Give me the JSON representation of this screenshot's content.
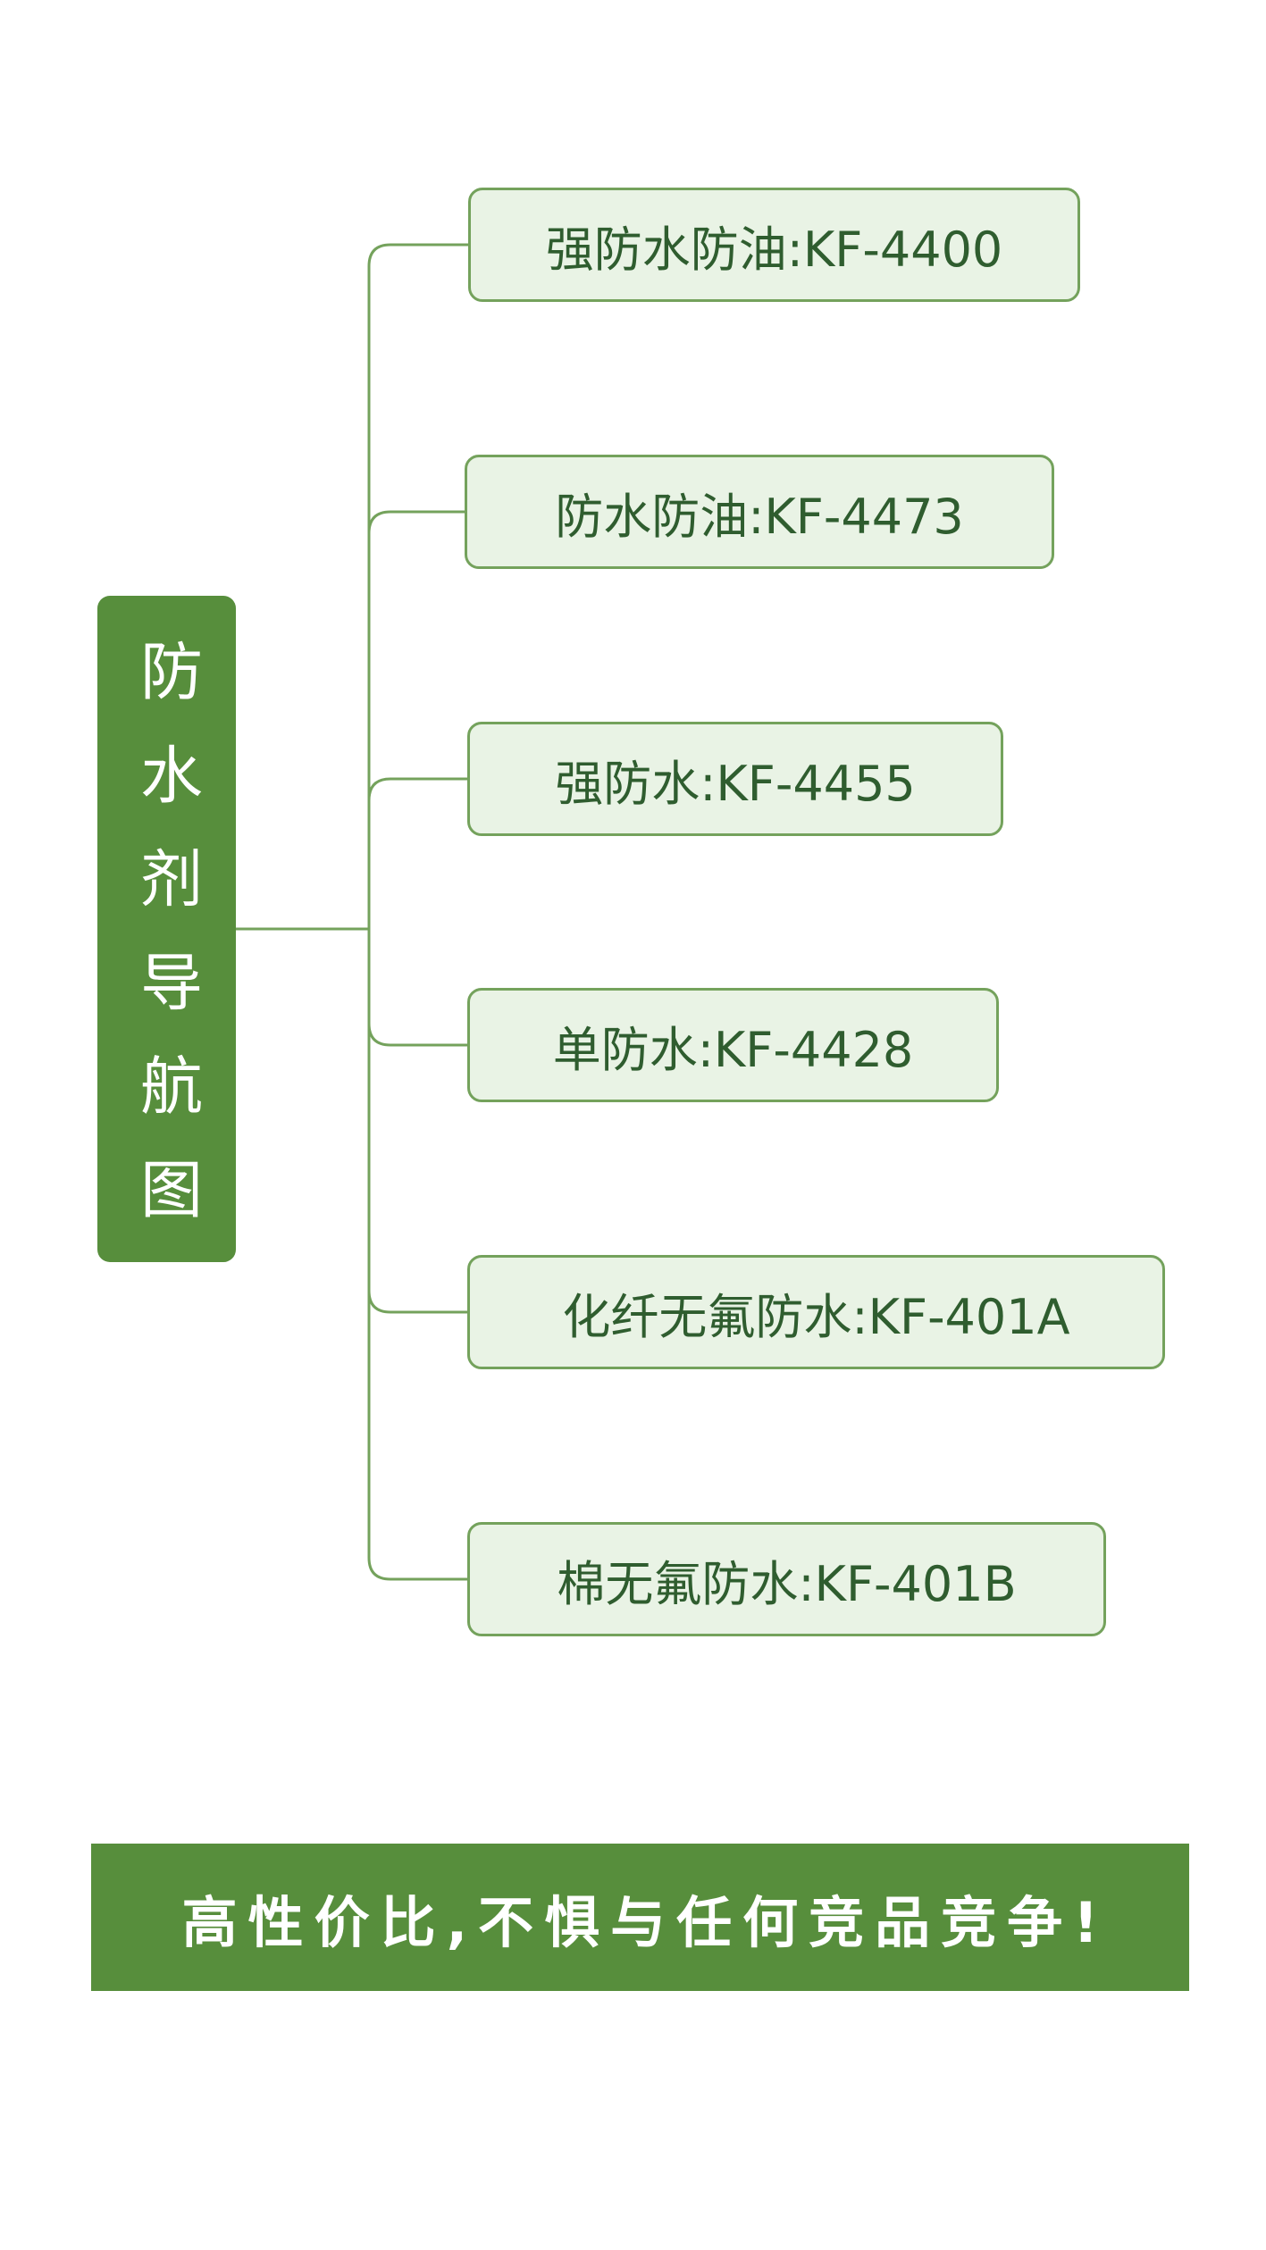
{
  "root": {
    "label": "防水剂导航图"
  },
  "children": [
    {
      "label": "强防水防油:KF-4400"
    },
    {
      "label": "防水防油:KF-4473"
    },
    {
      "label": "强防水:KF-4455"
    },
    {
      "label": "单防水:KF-4428"
    },
    {
      "label": "化纤无氟防水:KF-401A"
    },
    {
      "label": "棉无氟防水:KF-401B"
    }
  ],
  "banner": {
    "text": "高性价比,不惧与任何竞品竞争!"
  },
  "colors": {
    "node_green": "#578e3c",
    "branch_background": "#e9f3e5",
    "branch_border": "#74a25c",
    "branch_text": "#2f5d2f",
    "connector_line": "#74a25c",
    "background": "#ffffff",
    "root_text": "#ffffff",
    "banner_text": "#ffffff"
  }
}
